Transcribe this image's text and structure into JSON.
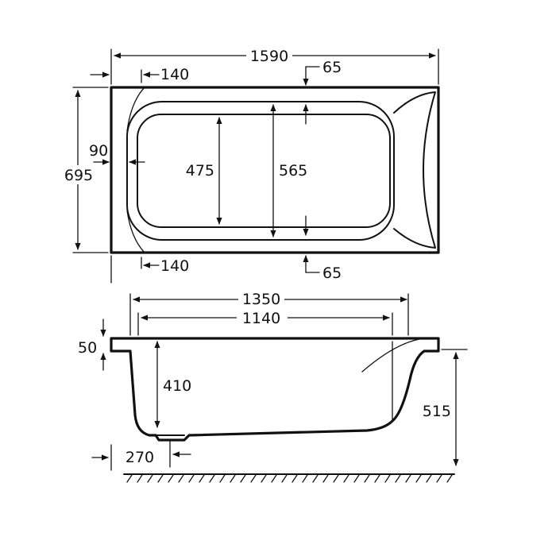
{
  "colors": {
    "line": "#111111",
    "background": "#ffffff"
  },
  "plan": {
    "overall_length": "1590",
    "overall_width": "695",
    "rim_top_left": "140",
    "rim_bottom_left": "140",
    "rim_top_right": "65",
    "rim_bottom_right": "65",
    "rim_left": "90",
    "inner_width_floor": "475",
    "inner_width_top": "565"
  },
  "elevation": {
    "top_length": "1350",
    "bottom_length": "1140",
    "rim_thickness": "50",
    "depth": "410",
    "overall_height": "515",
    "waste_offset": "270"
  }
}
